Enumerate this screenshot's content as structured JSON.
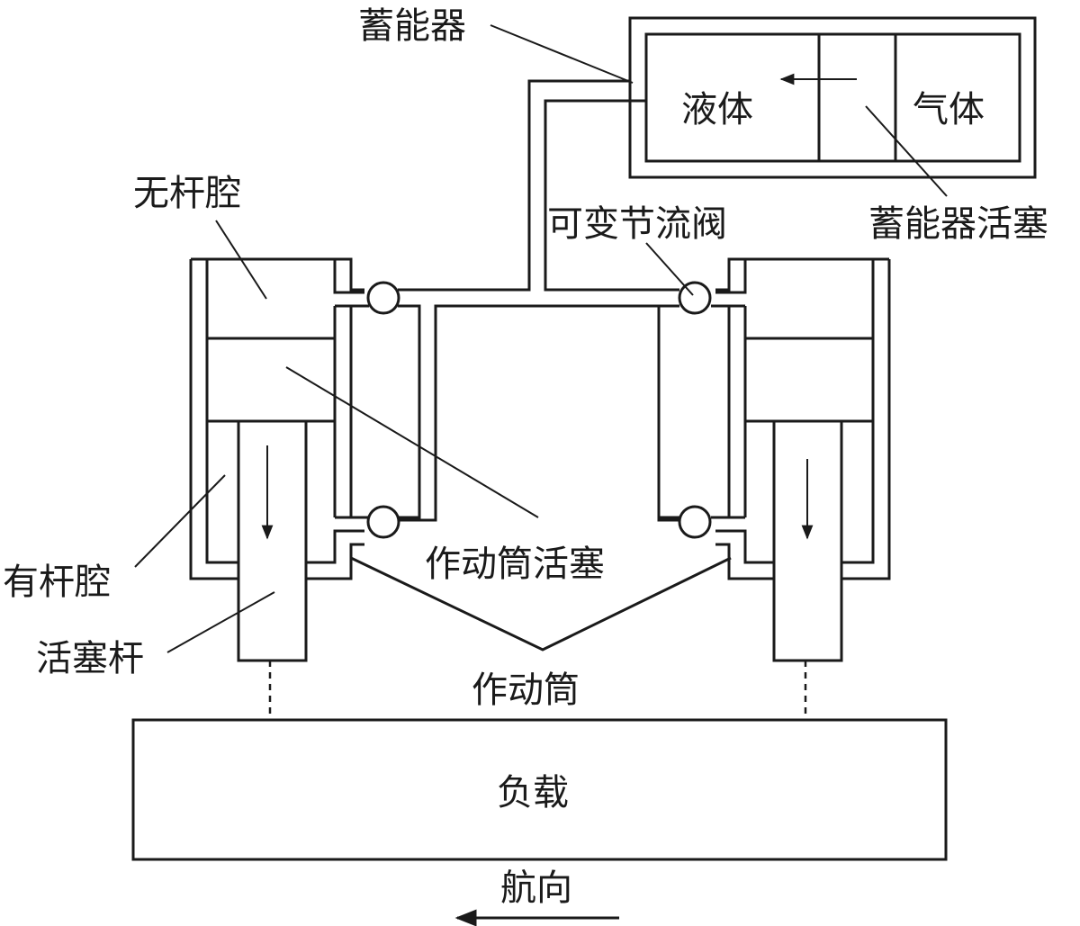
{
  "labels": {
    "accumulator": "蓄能器",
    "liquid": "液体",
    "gas": "气体",
    "accumulator_piston": "蓄能器活塞",
    "rodless_chamber": "无杆腔",
    "variable_throttle_valve": "可变节流阀",
    "actuator_piston": "作动筒活塞",
    "rod_chamber": "有杆腔",
    "piston_rod": "活塞杆",
    "actuator": "作动筒",
    "load": "负载",
    "heading": "航向"
  }
}
